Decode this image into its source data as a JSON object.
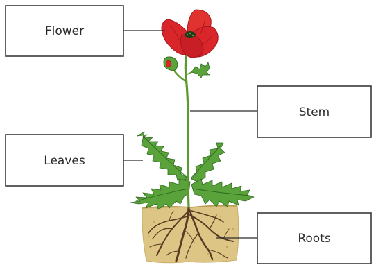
{
  "labels": {
    "flower": "Flower",
    "stem": "Stem",
    "leaves": "Leaves",
    "roots": "Roots"
  },
  "colors": {
    "petal": "#d8262b",
    "petal_dark": "#a9141d",
    "stem": "#5a9a2f",
    "leaf": "#5aa23a",
    "leaf_dark": "#2f6a20",
    "soil": "#dcc585",
    "soil_edge": "#c9ad68",
    "root": "#5a3a22"
  }
}
